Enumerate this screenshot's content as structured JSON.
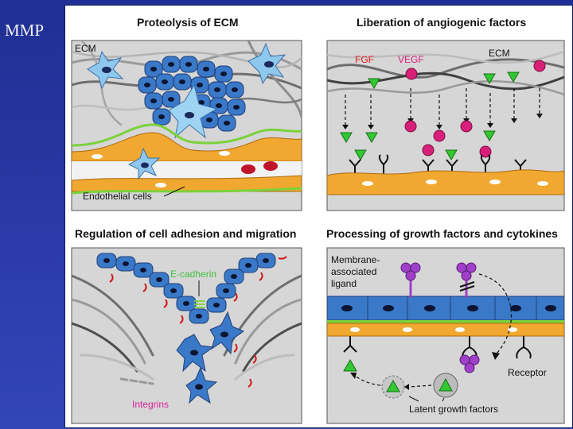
{
  "slide": {
    "title": "MMP"
  },
  "panels": {
    "proteolysis": {
      "heading": "Proteolysis of ECM",
      "ecm_label": "ECM",
      "cells_label": "Endothelial cells"
    },
    "angiogenic": {
      "heading": "Liberation of angiogenic factors",
      "fgf_label": "FGF",
      "vegf_label": "VEGF",
      "ecm_label": "ECM"
    },
    "adhesion": {
      "heading": "Regulation of cell adhesion and migration",
      "ecadherin_label": "E-cadherin",
      "integrins_label": "Integrins"
    },
    "processing": {
      "heading": "Processing of growth factors and cytokines",
      "membrane_label_1": "Membrane-",
      "membrane_label_2": "associated",
      "membrane_label_3": "ligand",
      "receptor_label": "Receptor",
      "latent_label": "Latent growth factors"
    }
  },
  "colors": {
    "slide_background": "#2233a0",
    "panel_background": "#d8d8d8",
    "cell_blue": "#3a78c8",
    "membrane_orange": "#f0a830",
    "basement_green": "#7bd23a",
    "fgf_green": "#32c832",
    "vegf_magenta": "#d8207a",
    "ligand_purple": "#a040c8"
  }
}
